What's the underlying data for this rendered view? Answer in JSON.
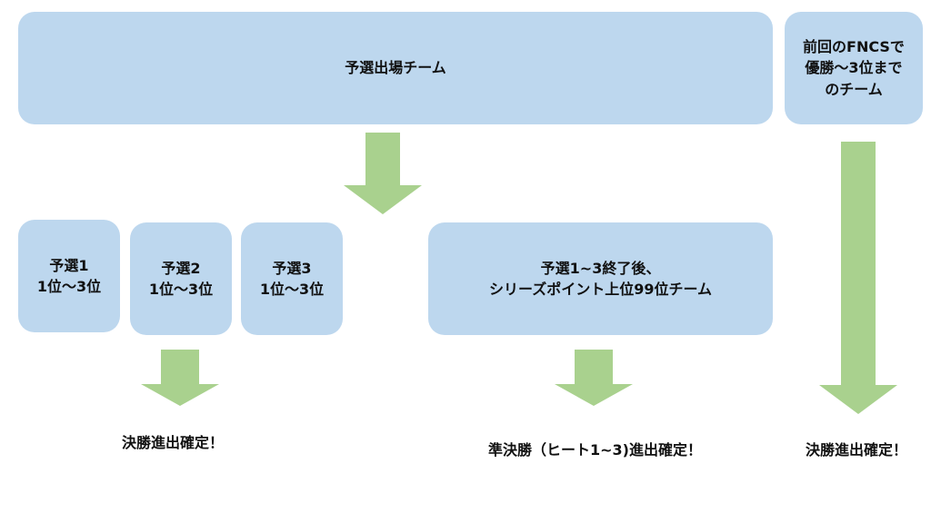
{
  "colors": {
    "box_fill": "#bdd7ee",
    "arrow_fill": "#a9d18e"
  },
  "boxes": {
    "qualifier_teams": "予選出場チーム",
    "previous_fncs": "前回のFNCSで\n優勝～3位まで\nのチーム",
    "qualifier_1": "予選1\n1位～3位",
    "qualifier_2": "予選2\n1位～3位",
    "qualifier_3": "予選3\n1位～3位",
    "series_points": "予選1~3終了後、\nシリーズポイント上位99位チーム"
  },
  "labels": {
    "final_confirmed_left": "決勝進出確定！",
    "semifinal_confirmed": "準決勝（ヒート1~3)進出確定！",
    "final_confirmed_right": "決勝進出確定！"
  }
}
